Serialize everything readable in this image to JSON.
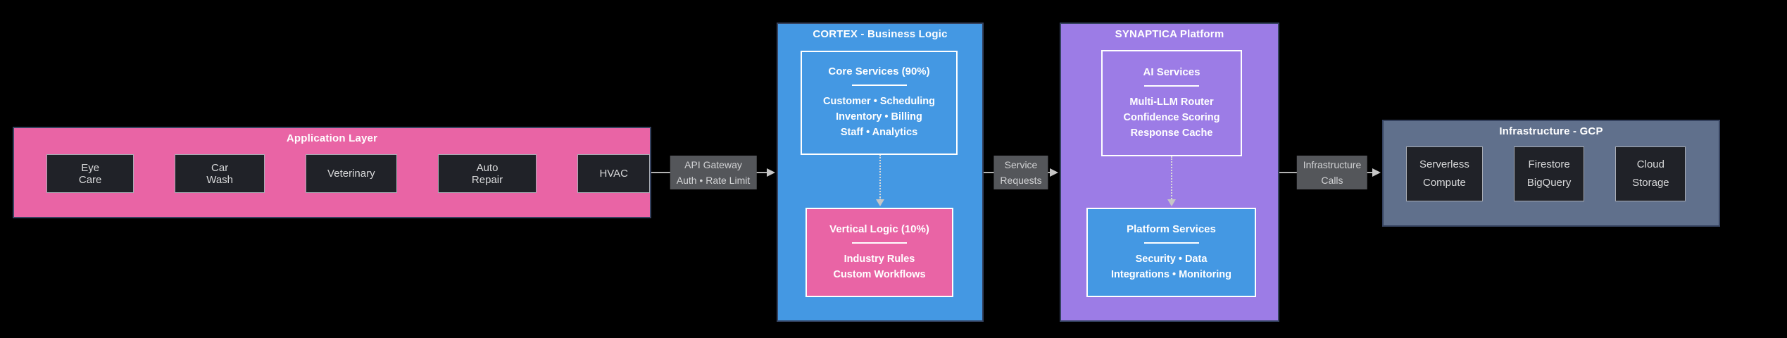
{
  "colors": {
    "background": "#000000",
    "app_pink": "#e964a5",
    "cortex_blue": "#4498e3",
    "synaptica_purple": "#9c7ce6",
    "gcp_slate": "#60708c",
    "node_dark": "#202228",
    "node_border_gray": "#a9adb5",
    "cluster_border_navy": "#35425f",
    "edge_label_bg": "#54565a",
    "edge_line_gray": "#b3b3b3",
    "sub_box_border_white": "#ffffff"
  },
  "app_layer": {
    "title": "Application Layer",
    "nodes": [
      "Eye Care",
      "Car Wash",
      "Veterinary",
      "Auto Repair",
      "HVAC"
    ]
  },
  "cortex": {
    "title": "CORTEX - Business Logic",
    "core": {
      "title": "Core Services (90%)",
      "items": [
        "Customer • Scheduling",
        "Inventory • Billing",
        "Staff • Analytics"
      ]
    },
    "vertical": {
      "title": "Vertical Logic (10%)",
      "items": [
        "Industry Rules",
        "Custom Workflows"
      ]
    }
  },
  "synaptica": {
    "title": "SYNAPTICA Platform",
    "ai": {
      "title": "AI Services",
      "items": [
        "Multi-LLM Router",
        "Confidence Scoring",
        "Response Cache"
      ]
    },
    "platform": {
      "title": "Platform Services",
      "items": [
        "Security • Data",
        "Integrations • Monitoring"
      ]
    }
  },
  "gcp": {
    "title": "Infrastructure - GCP",
    "nodes": [
      [
        "Serverless",
        "Compute"
      ],
      [
        "Firestore",
        "BigQuery"
      ],
      [
        "Cloud",
        "Storage"
      ]
    ]
  },
  "edges": [
    {
      "label_lines": [
        "API Gateway",
        "Auth • Rate Limit"
      ]
    },
    {
      "label_lines": [
        "Service",
        "Requests"
      ]
    },
    {
      "label_lines": [
        "Infrastructure",
        "Calls"
      ]
    }
  ]
}
